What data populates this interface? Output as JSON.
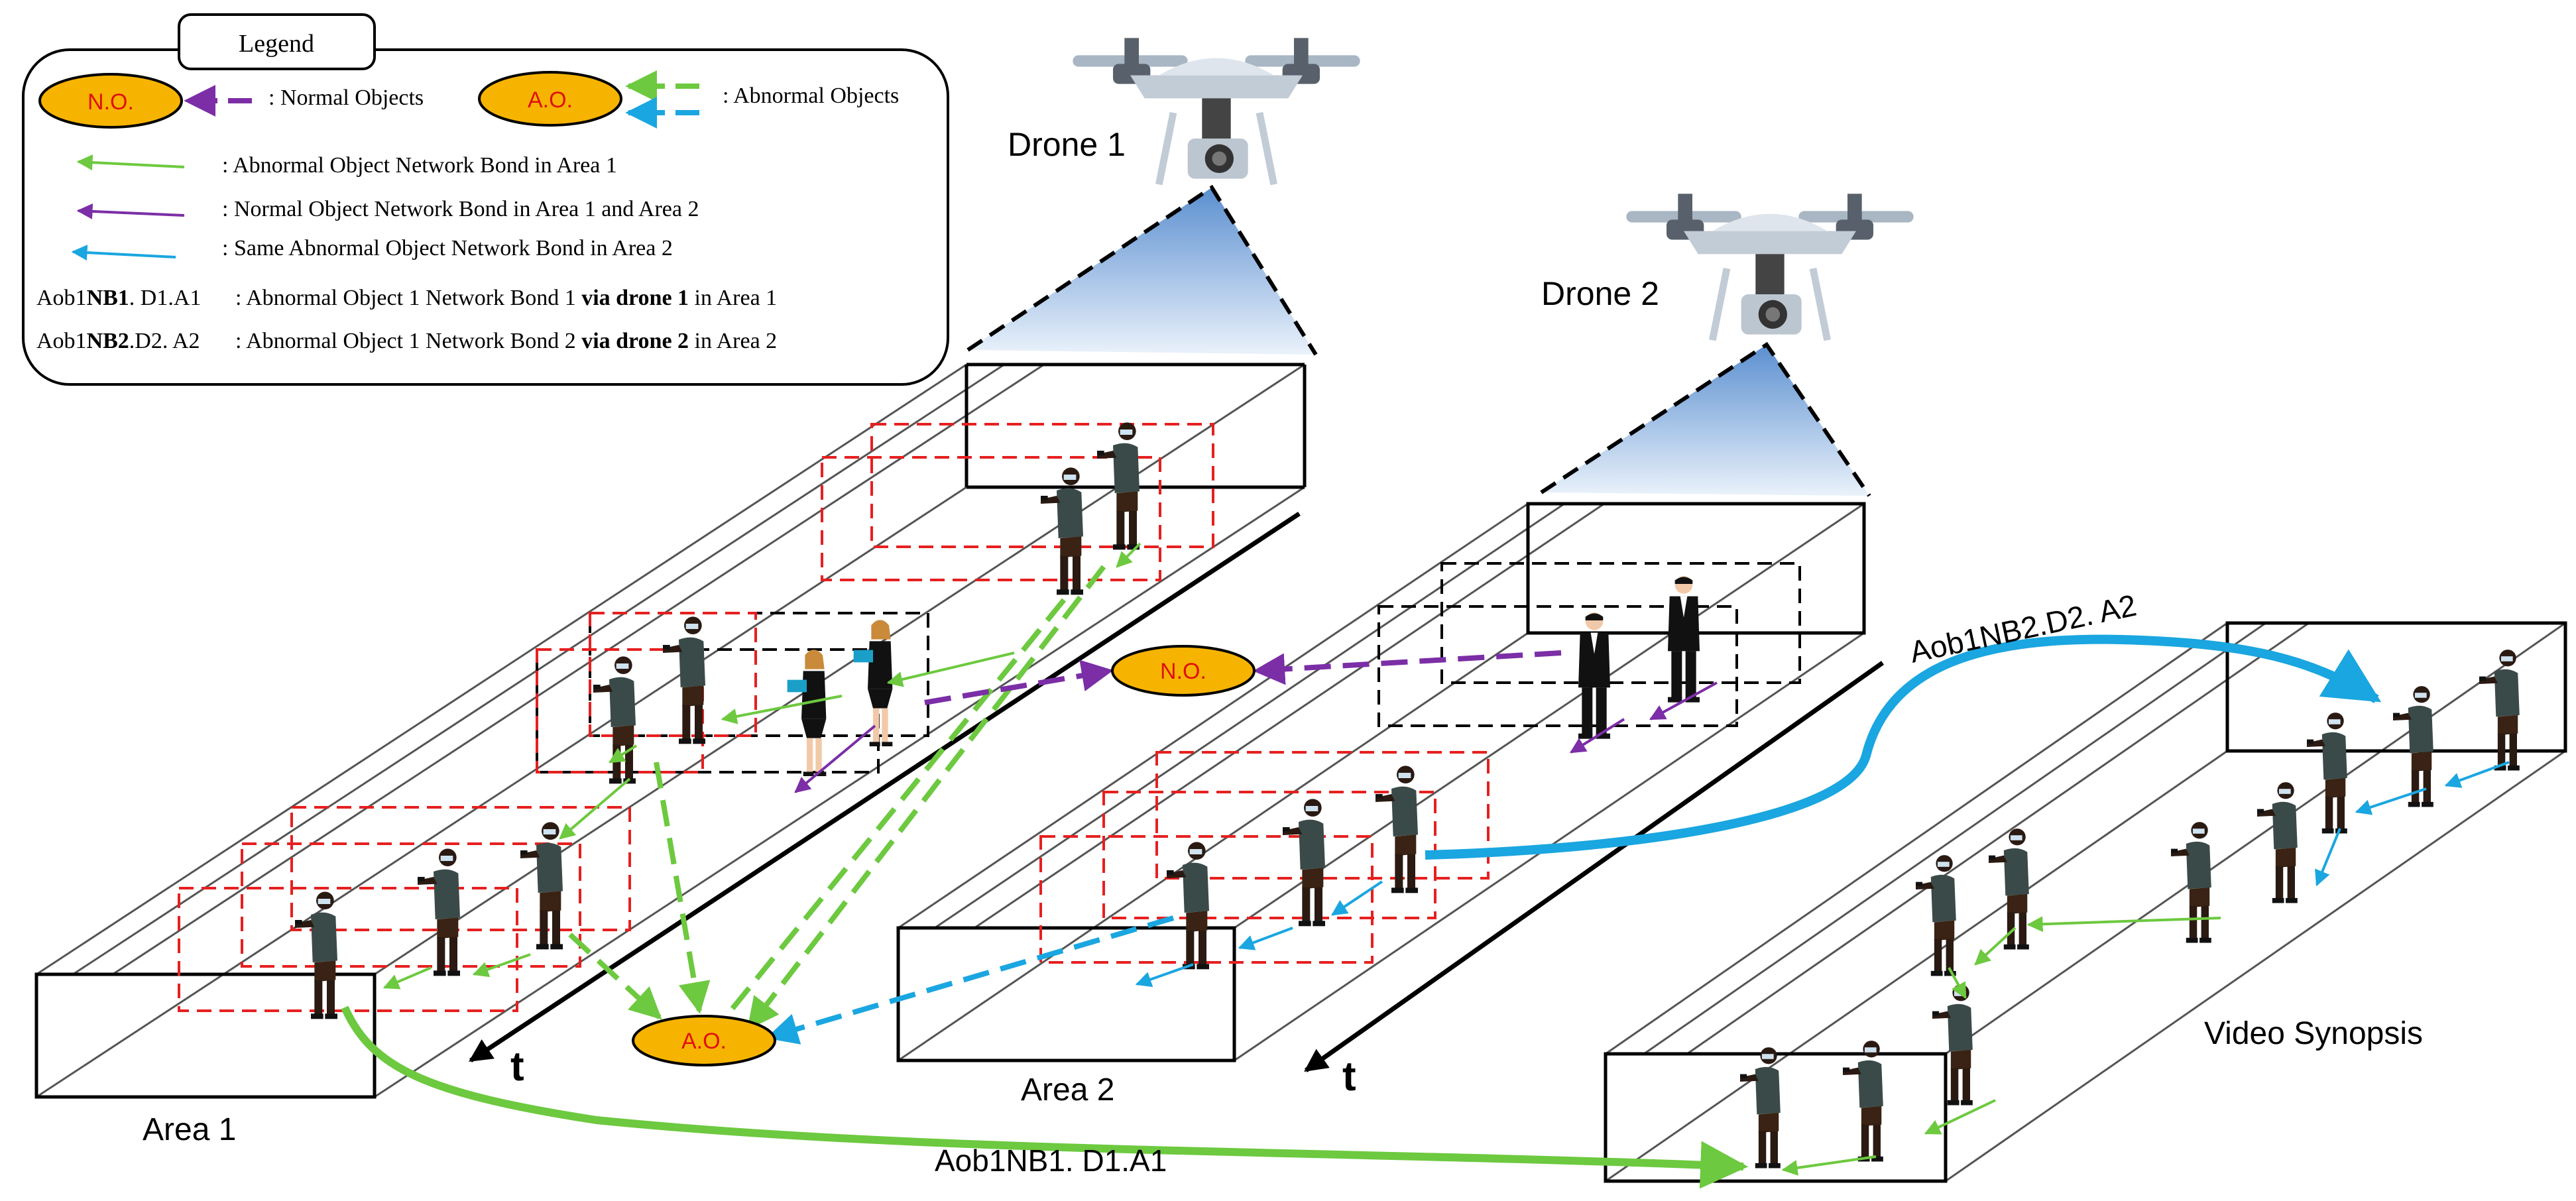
{
  "legend": {
    "title": "Legend",
    "normal_badge": "N.O.",
    "normal_label": ": Normal Objects",
    "abnormal_badge": "A.O.",
    "abnormal_label": ": Abnormal Objects",
    "bond_area1": ": Abnormal Object Network Bond in Area  1",
    "bond_normal": ": Normal Object Network Bond  in Area 1 and Area 2",
    "bond_same": ": Same Abnormal Object Network Bond in  Area 2",
    "row4_key_pre": "Aob1",
    "row4_key_bold": "NB1",
    "row4_key_post": ". D1.A1",
    "row4_pre": ": Abnormal Object 1 Network Bond 1 ",
    "row4_bold": "via drone 1",
    "row4_post": " in  Area 1",
    "row5_key_pre": "Aob1",
    "row5_key_bold": "NB2",
    "row5_key_post": ".D2. A2",
    "row5_pre": ": Abnormal Object 1 Network Bond 2 ",
    "row5_bold": "via drone 2",
    "row5_post": " in  Area 2"
  },
  "drones": [
    {
      "label": "Drone 1"
    },
    {
      "label": "Drone 2"
    }
  ],
  "areas": [
    {
      "label": "Area 1"
    },
    {
      "label": "Area 2"
    }
  ],
  "time_label": "t",
  "synopsis_label": "Video Synopsis",
  "nodes": {
    "normal": "N.O.",
    "abnormal": "A.O."
  },
  "bonds": {
    "green": "Aob1NB1. D1.A1",
    "blue": "Aob1NB2.D2. A2"
  },
  "colors": {
    "green": "#6dc93f",
    "purple": "#7b2ea6",
    "blue": "#1aa6e0",
    "red_box": "#e62020",
    "node_fill": "#f6b400",
    "node_text": "#e01010"
  }
}
